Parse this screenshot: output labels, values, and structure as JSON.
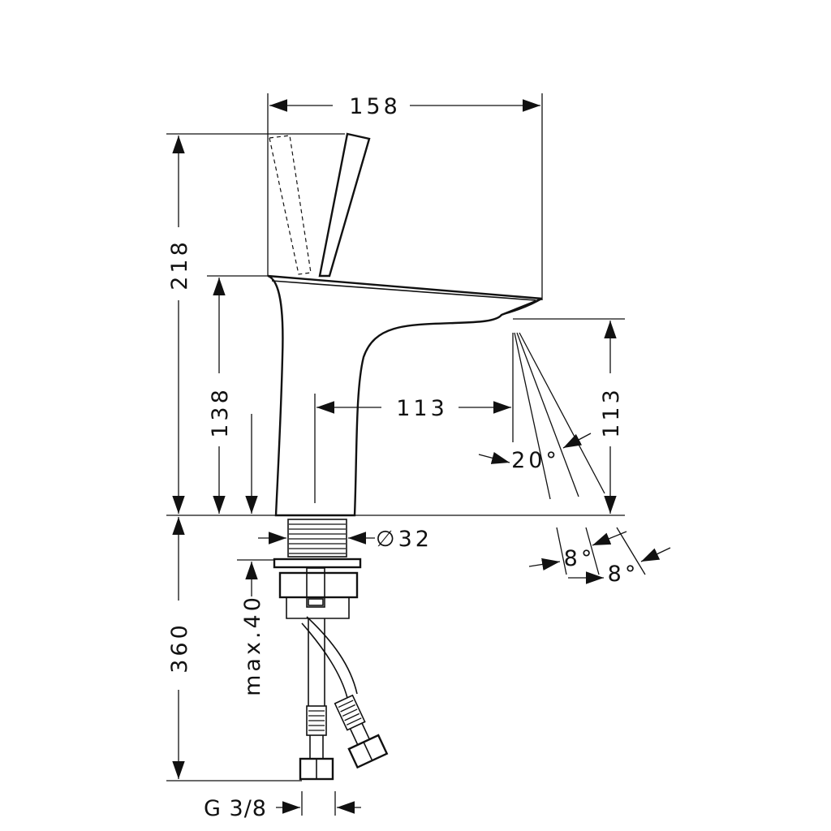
{
  "drawing": {
    "title": "Faucet dimension drawing",
    "dimensions": {
      "overall_depth": "158",
      "overall_height": "218",
      "spout_height": "138",
      "spout_reach": "113",
      "spout_clearance": "113",
      "spray_angle": "20°",
      "spray_angle_left": "8°",
      "spray_angle_right": "8°",
      "shank_diameter": "∅32",
      "hose_length": "360",
      "max_counter_thickness": "max.40",
      "connection_thread": "G 3/8"
    },
    "line_color": "#111111"
  }
}
